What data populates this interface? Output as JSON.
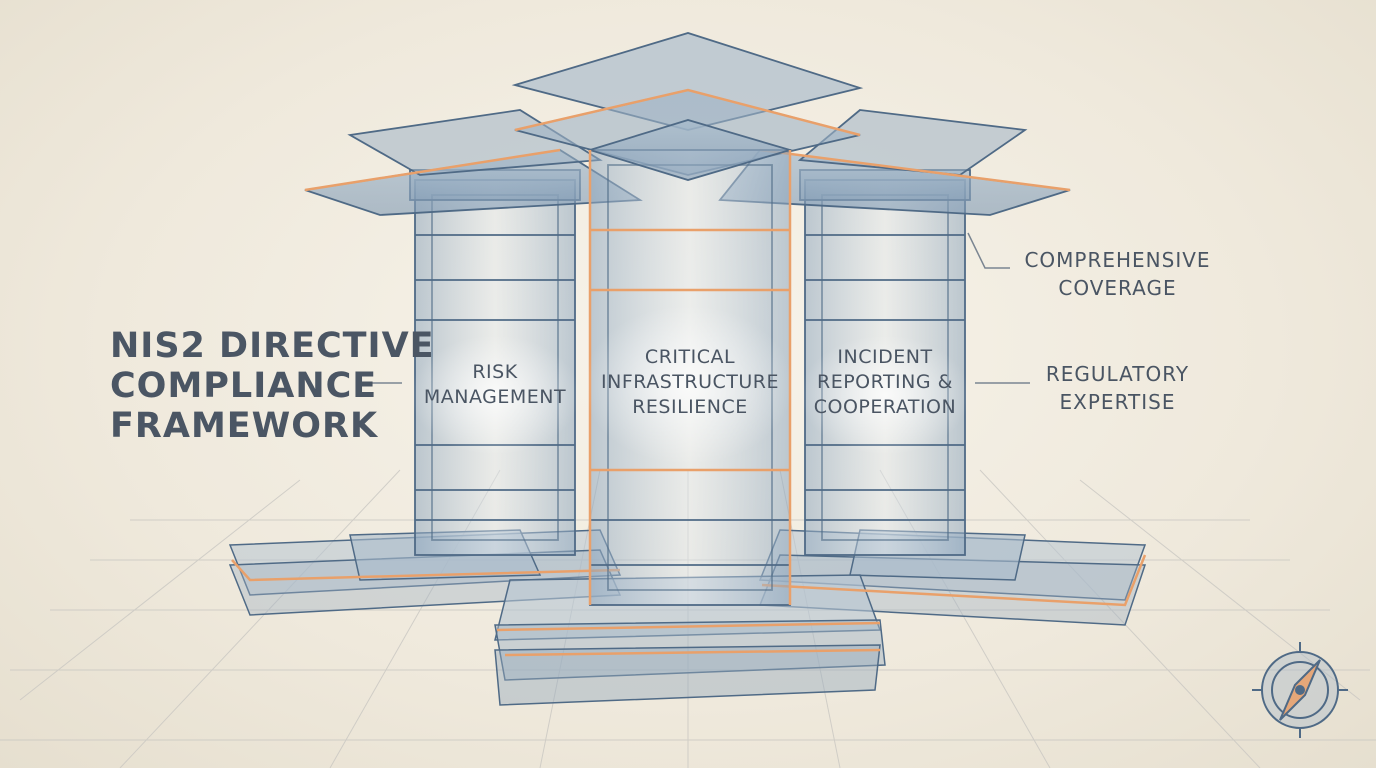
{
  "title": {
    "line1": "NIS2 DIRECTIVE",
    "line2": "COMPLIANCE",
    "line3": "FRAMEWORK"
  },
  "pillars": {
    "left": {
      "line1": "RISK",
      "line2": "MANAGEMENT"
    },
    "center": {
      "line1": "CRITICAL",
      "line2": "INFRASTRUCTURE",
      "line3": "RESILIENCE"
    },
    "right": {
      "line1": "INCIDENT",
      "line2": "REPORTING &",
      "line3": "COOPERATION"
    }
  },
  "callouts": {
    "coverage": {
      "line1": "COMPREHENSIVE",
      "line2": "COVERAGE"
    },
    "expertise": {
      "line1": "REGULATORY",
      "line2": "EXPERTISE"
    }
  },
  "colors": {
    "glass": "#7f99b3",
    "glass_stroke": "#4f6a86",
    "accent": "#e9a06a",
    "text": "#4a5563",
    "background": "#f2ede2"
  },
  "icons": {
    "corner": "compass-icon"
  }
}
